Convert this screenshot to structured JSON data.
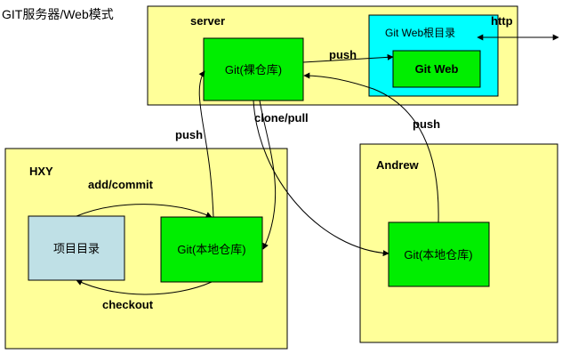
{
  "diagram": {
    "title": "GIT服务器/Web模式",
    "server": {
      "label": "server",
      "bare_repo": "Git(裸仓库)",
      "web_root": "Git Web根目录",
      "git_web": "Git Web",
      "http": "http"
    },
    "hxy": {
      "label": "HXY",
      "project_dir": "项目目录",
      "local_repo": "Git(本地仓库)"
    },
    "andrew": {
      "label": "Andrew",
      "local_repo": "Git(本地仓库)"
    },
    "edges": {
      "push_to_web": "push",
      "push_hxy": "push",
      "clone_pull": "clone/pull",
      "push_andrew": "push",
      "add_commit": "add/commit",
      "checkout": "checkout"
    },
    "colors": {
      "group_fill": "#ffff99",
      "repo_fill": "#00ee00",
      "web_root_fill": "#00ffff",
      "project_fill": "#bfe0e6"
    }
  }
}
